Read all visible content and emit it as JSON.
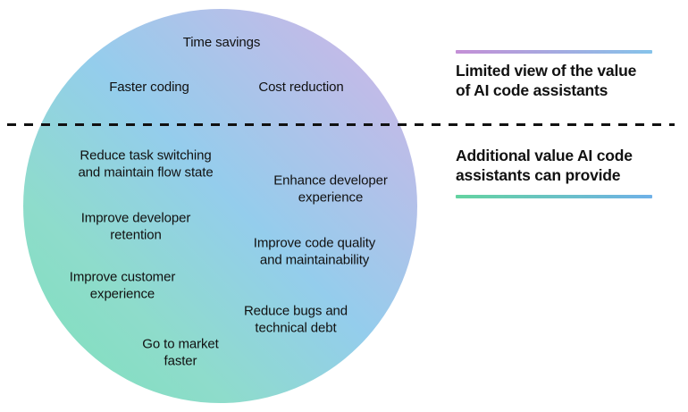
{
  "circle": {
    "labels": {
      "time_savings": "Time savings",
      "faster_coding": "Faster coding",
      "cost_reduction": "Cost reduction",
      "reduce_task_switching": "Reduce task switching\nand maintain flow state",
      "enhance_developer_experience": "Enhance developer\nexperience",
      "improve_developer_retention": "Improve developer\nretention",
      "improve_code_quality": "Improve code quality\nand maintainability",
      "improve_customer_experience": "Improve customer\nexperience",
      "reduce_bugs_technical_debt": "Reduce bugs and\ntechnical debt",
      "go_to_market_faster": "Go to market\nfaster"
    }
  },
  "legend": {
    "limited_title": "Limited view of the value\nof AI code assistants",
    "additional_title": "Additional value AI code\nassistants can provide"
  },
  "colors": {
    "circle_gradient_start": "#7de0ba",
    "circle_gradient_mid": "#94cdec",
    "circle_gradient_end": "#d5b3e6",
    "limited_accent_start": "#c48fd6",
    "limited_accent_end": "#85c3ea",
    "additional_accent_start": "#63d3a0",
    "additional_accent_end": "#6fb1e8",
    "divider": "#111111",
    "text": "#111111"
  }
}
